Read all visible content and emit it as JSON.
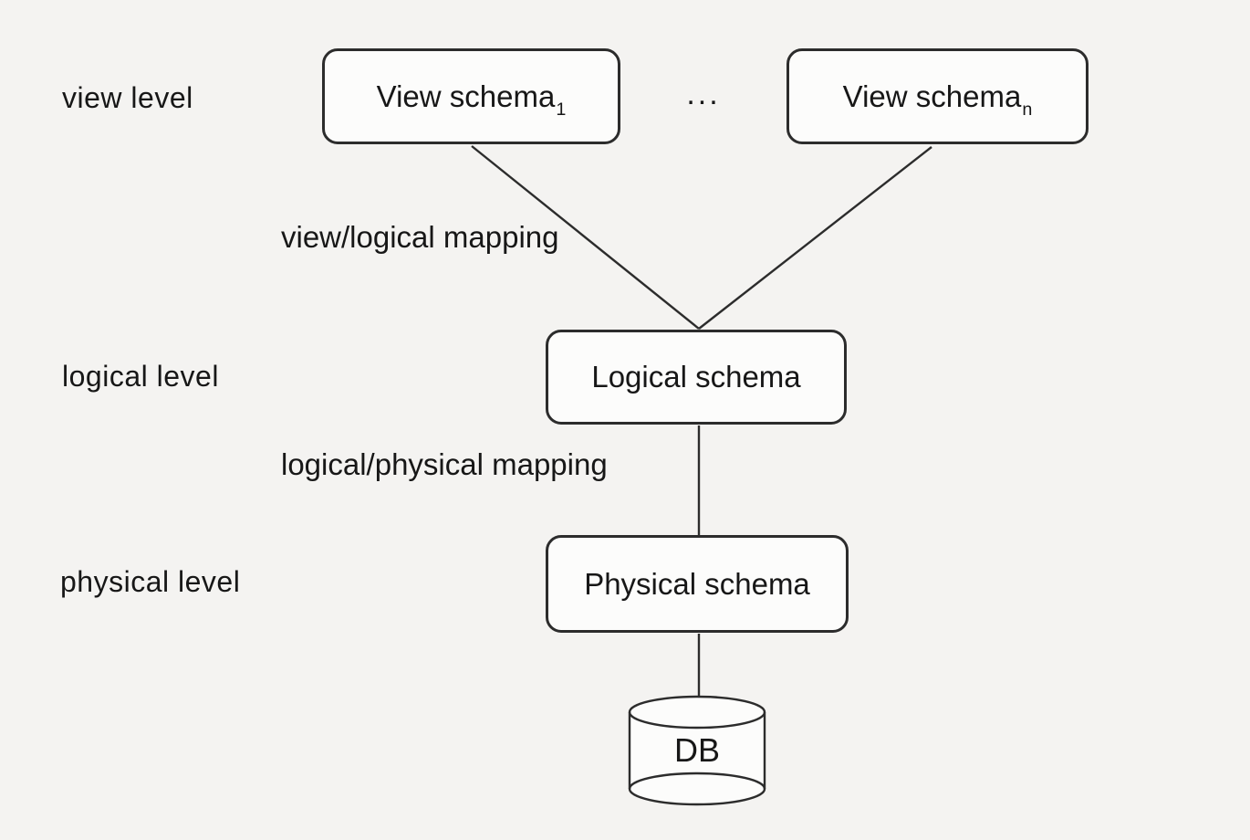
{
  "levels": [
    {
      "id": "view",
      "label": "view level"
    },
    {
      "id": "logical",
      "label": "logical level"
    },
    {
      "id": "physical",
      "label": "physical level"
    }
  ],
  "nodes": {
    "view_schema_1": {
      "label": "View schema",
      "subscript": "1"
    },
    "view_schema_n": {
      "label": "View schema",
      "subscript": "n"
    },
    "logical_schema": {
      "label": "Logical schema"
    },
    "physical_schema": {
      "label": "Physical schema"
    },
    "db": {
      "label": "DB",
      "shape": "cylinder"
    }
  },
  "ellipsis": "...",
  "edge_labels": {
    "view_logical": "view/logical mapping",
    "logical_physical": "logical/physical mapping"
  },
  "edges": [
    {
      "from": "view_schema_1",
      "to": "logical_schema",
      "label": "view/logical mapping"
    },
    {
      "from": "view_schema_n",
      "to": "logical_schema",
      "label": "view/logical mapping"
    },
    {
      "from": "logical_schema",
      "to": "physical_schema",
      "label": "logical/physical mapping"
    },
    {
      "from": "physical_schema",
      "to": "db",
      "label": ""
    }
  ],
  "colors": {
    "background": "#f4f3f1",
    "box_fill": "#fcfcfb",
    "stroke": "#2c2c2c",
    "text": "#171717"
  }
}
